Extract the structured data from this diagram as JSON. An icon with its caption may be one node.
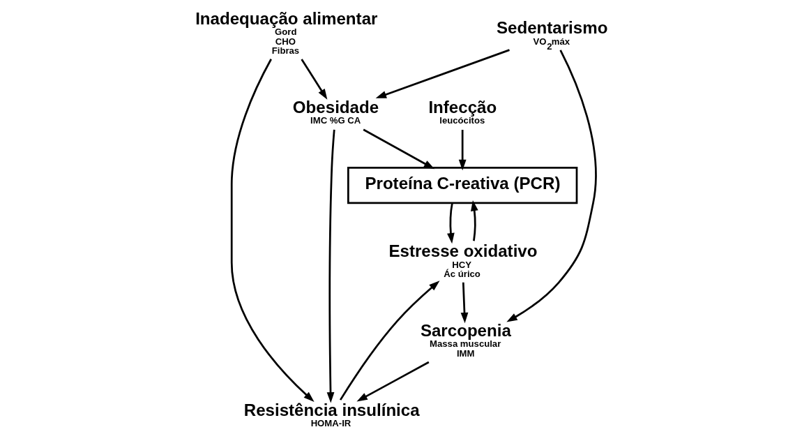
{
  "diagram": {
    "nodes": [
      {
        "text": [
          "Infecção"
        ],
        "beside": [
          "leucócitos"
        ]
      },
      {
        "text": [
          "Proteína C-reativa (PCR)"
        ]
      },
      {
        "text": [
          "Obesidade"
        ],
        "beside": [
          "IMC %G CA"
        ]
      },
      {
        "text": [
          "Estresse oxidativo"
        ],
        "beside": [
          "HCY",
          "Ác úrico"
        ]
      },
      {
        "text": [
          "Inadequação alimentar"
        ],
        "beside": [
          "Gord",
          "CHO",
          "Fibras"
        ]
      },
      {
        "text": [
          "Resistência insulínica"
        ],
        "beside": [
          "HOMA-IR"
        ]
      },
      {
        "text": [
          "Sedentarismo"
        ],
        "beside": [
          "VO$_{2}$máx"
        ]
      },
      {
        "text": [
          "Sarcopenia"
        ],
        "beside": [
          "Massa muscular",
          "IMM"
        ]
      }
    ],
    "edges": [
      {
        "from": 0,
        "to": 1,
        "arrow": "to"
      },
      {
        "from": 2,
        "to": 1,
        "arrow": "to"
      },
      {
        "from": 1,
        "to": 3,
        "arrow": "to"
      },
      {
        "from": 3,
        "to": 1,
        "arrow": "to"
      },
      {
        "from": 2,
        "to": 5,
        "arrow": "to"
      },
      {
        "from": 4,
        "to": 2,
        "arrow": "to"
      },
      {
        "from": 4,
        "to": 5,
        "arrow": "to"
      },
      {
        "from": 6,
        "to": 2,
        "arrow": "to"
      },
      {
        "from": 6,
        "to": 7,
        "arrow": "to"
      },
      {
        "from": 5,
        "to": 3,
        "arrow": "to"
      },
      {
        "from": 3,
        "to": 7,
        "arrow": "to"
      },
      {
        "from": 7,
        "to": 5,
        "arrow": "to"
      }
    ]
  }
}
